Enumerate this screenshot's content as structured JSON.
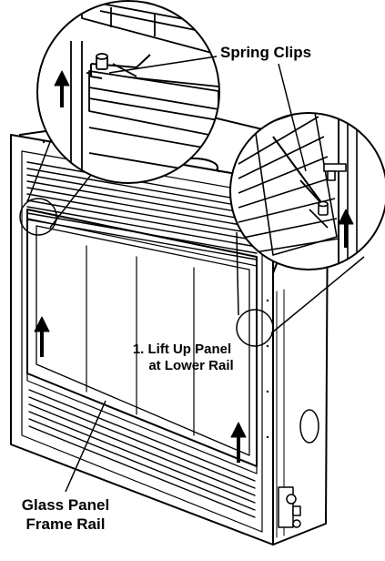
{
  "labels": {
    "spring_clips": "Spring Clips",
    "lift_line1": "1. Lift Up Panel",
    "lift_line2": "at Lower Rail",
    "frame_line1": "Glass Panel",
    "frame_line2": "Frame Rail"
  },
  "colors": {
    "line": "#000000",
    "background": "#ffffff",
    "glass": "#ffffff"
  },
  "icons": {
    "lift_arrow": "up-arrow-icon"
  }
}
